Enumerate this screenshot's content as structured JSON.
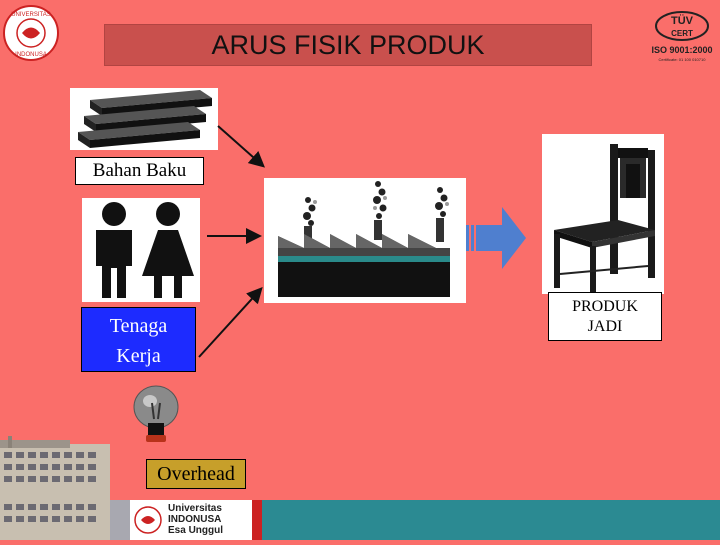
{
  "title": "ARUS FISIK PRODUK",
  "inputs": {
    "bahan_baku": "Bahan Baku",
    "tenaga_kerja_line1": "Tenaga",
    "tenaga_kerja_line2": "Kerja",
    "overhead": "Overhead"
  },
  "output": {
    "line1": "PRODUK",
    "line2": "JADI"
  },
  "logos": {
    "univ_seal_top": "UNIVERSITAS INDONUSA",
    "cert_brand": "TÜV CERT",
    "cert_text": "ISO 9001:2000",
    "cert_small": "Certificate: 01 100 010710",
    "footer_line1": "Universitas",
    "footer_line2": "INDONUSA",
    "footer_line3": "Esa Unggul"
  },
  "colors": {
    "background": "#fa6e6a",
    "title_bar": "#c9504d",
    "tenaga_box": "#1d2bff",
    "overhead_box": "#c79f2a",
    "arrow_blue": "#4f7fcf",
    "footer_band": "#2b8a92"
  }
}
